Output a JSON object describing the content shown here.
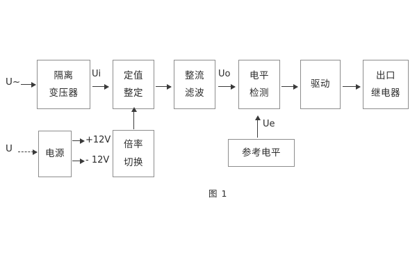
{
  "figure": {
    "caption": "图 1",
    "background_color": "#ffffff",
    "box_border_color": "#8c8c8c",
    "line_color": "#3a3a3a",
    "text_color": "#2b2b2b"
  },
  "inputs": {
    "ac_source_label": "U~",
    "dc_source_label": "U"
  },
  "signals": {
    "ui_label": "Ui",
    "uo_label": "Uo",
    "ue_label": "Ue"
  },
  "supply_rails": {
    "positive": "+12V",
    "negative": "- 12V"
  },
  "blocks": [
    {
      "id": "isolation-transformer",
      "lines": [
        "隔离",
        "变压器"
      ]
    },
    {
      "id": "setpoint-adjust",
      "lines": [
        "定值",
        "整定"
      ]
    },
    {
      "id": "rectifier-filter",
      "lines": [
        "整流",
        "滤波"
      ]
    },
    {
      "id": "level-detection",
      "lines": [
        "电平",
        "检测"
      ]
    },
    {
      "id": "driver",
      "lines": [
        "驱动"
      ]
    },
    {
      "id": "output-relay",
      "lines": [
        "出口",
        "继电器"
      ]
    },
    {
      "id": "power-supply",
      "lines": [
        "电源"
      ]
    },
    {
      "id": "multiplier-switch",
      "lines": [
        "倍率",
        "切换"
      ]
    },
    {
      "id": "reference-level",
      "lines": [
        "参考电平"
      ]
    }
  ]
}
